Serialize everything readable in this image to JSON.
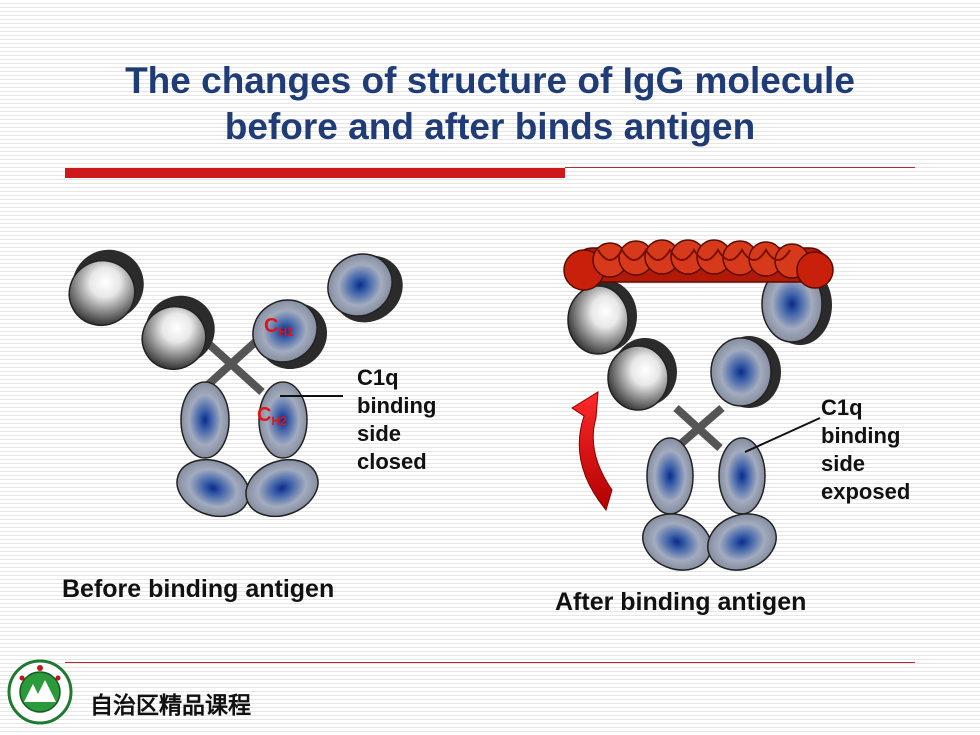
{
  "title": {
    "line1": "The changes of structure of IgG molecule",
    "line2": "before and after binds antigen"
  },
  "left_panel": {
    "caption": "Before binding antigen",
    "domain_ch1": "C",
    "domain_ch1_sub": "H1",
    "domain_ch2": "C",
    "domain_ch2_sub": "H2",
    "label_lines": [
      "C1q",
      "binding",
      "side",
      "closed"
    ]
  },
  "right_panel": {
    "caption": "After binding antigen",
    "label_lines": [
      "C1q",
      "binding",
      "side",
      "exposed"
    ]
  },
  "footer": {
    "text": "自治区精品课程"
  },
  "colors": {
    "title": "#1f3c77",
    "accent_red": "#cc1a1a",
    "domain_label": "#e01515",
    "antigen": "#c8200a"
  }
}
